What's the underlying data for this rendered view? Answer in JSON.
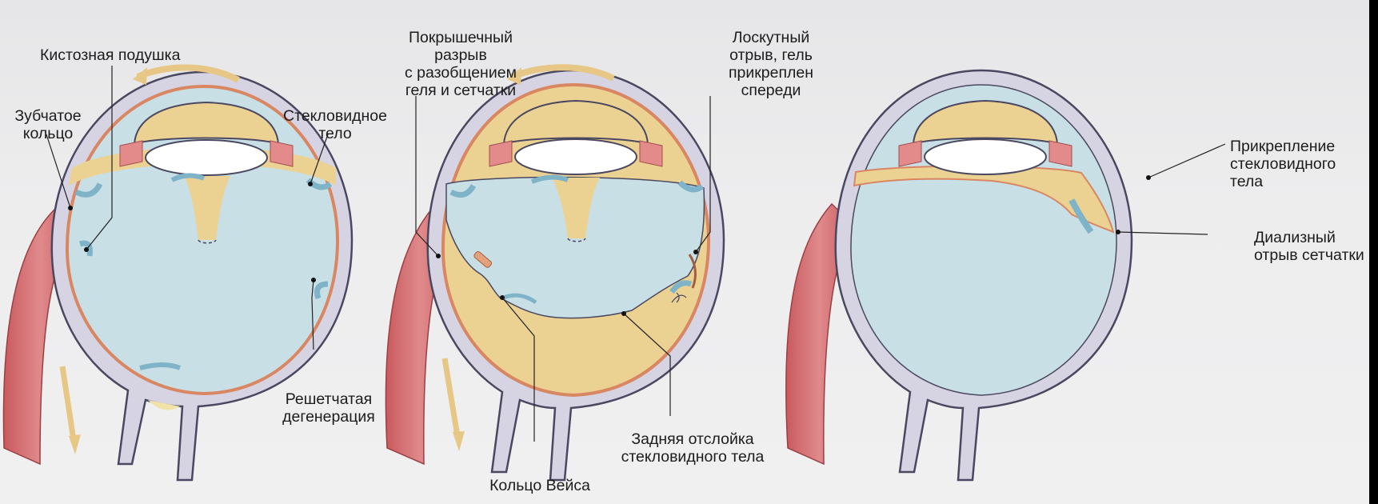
{
  "colors": {
    "vitreous": "#c9dfe6",
    "gel_yellow": "#ecd292",
    "sclera": "#d4d2e0",
    "outline": "#4a4860",
    "retina": "#d98762",
    "muscle": "#d9777a",
    "arrow": "#e6c786",
    "background": "#ececed"
  },
  "labels": {
    "cystic_cushion": "Кистозная подушка",
    "ora_serrata": "Зубчатое\nкольцо",
    "vitreous_body": "Стекловидное\nтело",
    "lattice_degeneration": "Решетчатая\nдегенерация",
    "operculated_tear": "Покрышечный\nразрыв\nс разобщением\nгеля и сетчатки",
    "flap_tear": "Лоскутный\nотрыв, гель\nприкреплен\nспереди",
    "weiss_ring": "Кольцо Вейса",
    "posterior_detachment": "Задняя отслойка\nстекловидного тела",
    "vitreous_attachment": "Прикрепление\nстекловидного\nтела",
    "dialysis": "Диализный\nотрыв сетчатки"
  }
}
